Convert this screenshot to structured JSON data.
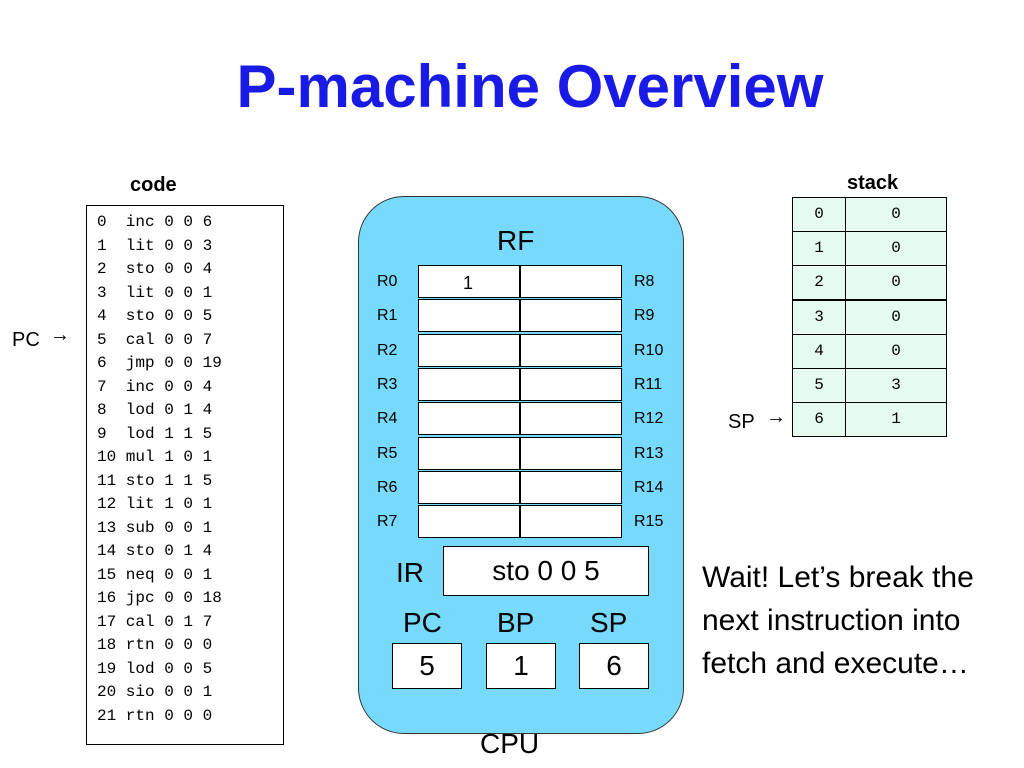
{
  "title": "P-machine Overview",
  "code": {
    "header": "code",
    "lines": [
      "0  inc 0 0 6",
      "1  lit 0 0 3",
      "2  sto 0 0 4",
      "3  lit 0 0 1",
      "4  sto 0 0 5",
      "5  cal 0 0 7",
      "6  jmp 0 0 19",
      "7  inc 0 0 4",
      "8  lod 0 1 4",
      "9  lod 1 1 5",
      "10 mul 1 0 1",
      "11 sto 1 1 5",
      "12 lit 1 0 1",
      "13 sub 0 0 1",
      "14 sto 0 1 4",
      "15 neq 0 0 1",
      "16 jpc 0 0 18",
      "17 cal 0 1 7",
      "18 rtn 0 0 0",
      "19 lod 0 0 5",
      "20 sio 0 0 1",
      "21 rtn 0 0 0"
    ],
    "pc_pointer_label": "PC",
    "pc_pointer_line": 5
  },
  "cpu": {
    "label": "CPU",
    "rf_label": "RF",
    "left_registers": [
      "R0",
      "R1",
      "R2",
      "R3",
      "R4",
      "R5",
      "R6",
      "R7"
    ],
    "right_registers": [
      "R8",
      "R9",
      "R10",
      "R11",
      "R12",
      "R13",
      "R14",
      "R15"
    ],
    "left_values": [
      "1",
      "",
      "",
      "",
      "",
      "",
      "",
      ""
    ],
    "right_values": [
      "",
      "",
      "",
      "",
      "",
      "",
      "",
      ""
    ],
    "ir_label": "IR",
    "ir_value": "sto 0 0 5",
    "pc_label": "PC",
    "pc_value": "5",
    "bp_label": "BP",
    "bp_value": "1",
    "sp_label": "SP",
    "sp_value": "6",
    "color": "#77d9fb"
  },
  "stack": {
    "header": "stack",
    "rows": [
      {
        "index": "0",
        "value": "0"
      },
      {
        "index": "1",
        "value": "0"
      },
      {
        "index": "2",
        "value": "0"
      },
      {
        "index": "3",
        "value": "0"
      },
      {
        "index": "4",
        "value": "0"
      },
      {
        "index": "5",
        "value": "3"
      },
      {
        "index": "6",
        "value": "1"
      }
    ],
    "sp_pointer_label": "SP",
    "sp_pointer_row": 6
  },
  "note": "Wait! Let’s break the next instruction into fetch and execute…",
  "colors": {
    "title": "#1a1ae6",
    "cpu_fill": "#77d9fb",
    "stack_fill": "#e6fbef"
  }
}
